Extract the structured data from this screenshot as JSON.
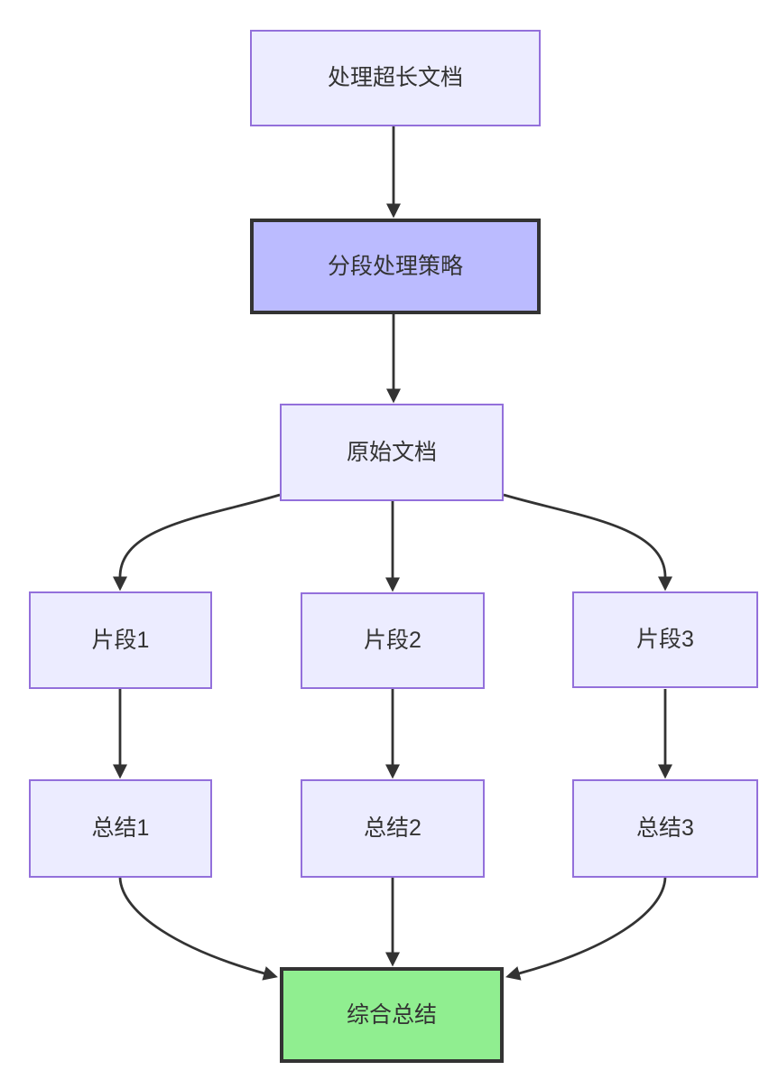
{
  "diagram": {
    "type": "flowchart",
    "direction": "top-down",
    "nodes": [
      {
        "id": "A",
        "label": "处理超长文档",
        "style": "default"
      },
      {
        "id": "B",
        "label": "分段处理策略",
        "style": "highlight-purple"
      },
      {
        "id": "C",
        "label": "原始文档",
        "style": "default"
      },
      {
        "id": "D1",
        "label": "片段1",
        "style": "default"
      },
      {
        "id": "D2",
        "label": "片段2",
        "style": "default"
      },
      {
        "id": "D3",
        "label": "片段3",
        "style": "default"
      },
      {
        "id": "E1",
        "label": "总结1",
        "style": "default"
      },
      {
        "id": "E2",
        "label": "总结2",
        "style": "default"
      },
      {
        "id": "E3",
        "label": "总结3",
        "style": "default"
      },
      {
        "id": "F",
        "label": "综合总结",
        "style": "highlight-green"
      }
    ],
    "edges": [
      {
        "from": "处理超长文档",
        "to": "分段处理策略"
      },
      {
        "from": "分段处理策略",
        "to": "原始文档"
      },
      {
        "from": "原始文档",
        "to": "片段1"
      },
      {
        "from": "原始文档",
        "to": "片段2"
      },
      {
        "from": "原始文档",
        "to": "片段3"
      },
      {
        "from": "片段1",
        "to": "总结1"
      },
      {
        "from": "片段2",
        "to": "总结2"
      },
      {
        "from": "片段3",
        "to": "总结3"
      },
      {
        "from": "总结1",
        "to": "综合总结"
      },
      {
        "from": "总结2",
        "to": "综合总结"
      },
      {
        "from": "总结3",
        "to": "综合总结"
      }
    ],
    "colors": {
      "background": "#FFFFFF",
      "node_fill": "#ECECFF",
      "node_border": "#9370DB",
      "highlight_purple_fill": "#BBBBFF",
      "highlight_green_fill": "#90EE90",
      "highlight_border": "#333333",
      "edge": "#333333",
      "text": "#333333"
    }
  }
}
